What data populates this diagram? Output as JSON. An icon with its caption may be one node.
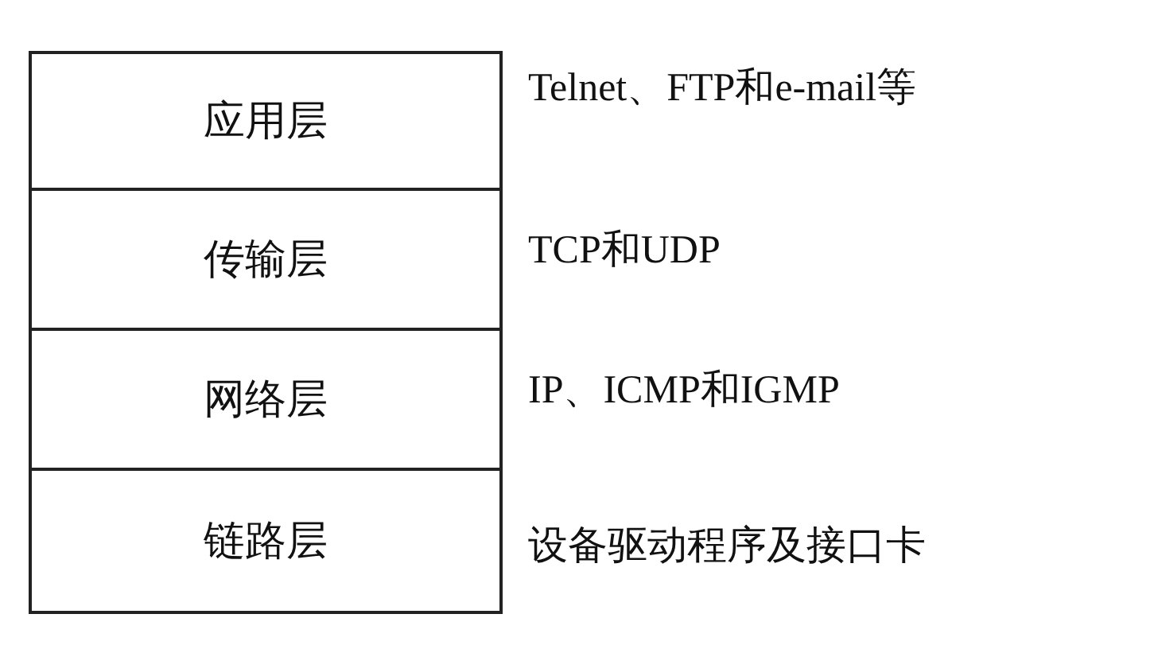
{
  "diagram": {
    "nodes": [
      {
        "text": [
          "应用层"
        ],
        "beside": [
          "Telnet、FTP和e-mail等"
        ]
      },
      {
        "text": [
          "传输层"
        ],
        "beside": [
          "TCP和UDP"
        ]
      },
      {
        "text": [
          "网络层"
        ],
        "beside": [
          "IP、ICMP和IGMP"
        ]
      },
      {
        "text": [
          "链路层"
        ],
        "beside": [
          "设备驱动程序及接口卡"
        ]
      }
    ],
    "edges": []
  }
}
